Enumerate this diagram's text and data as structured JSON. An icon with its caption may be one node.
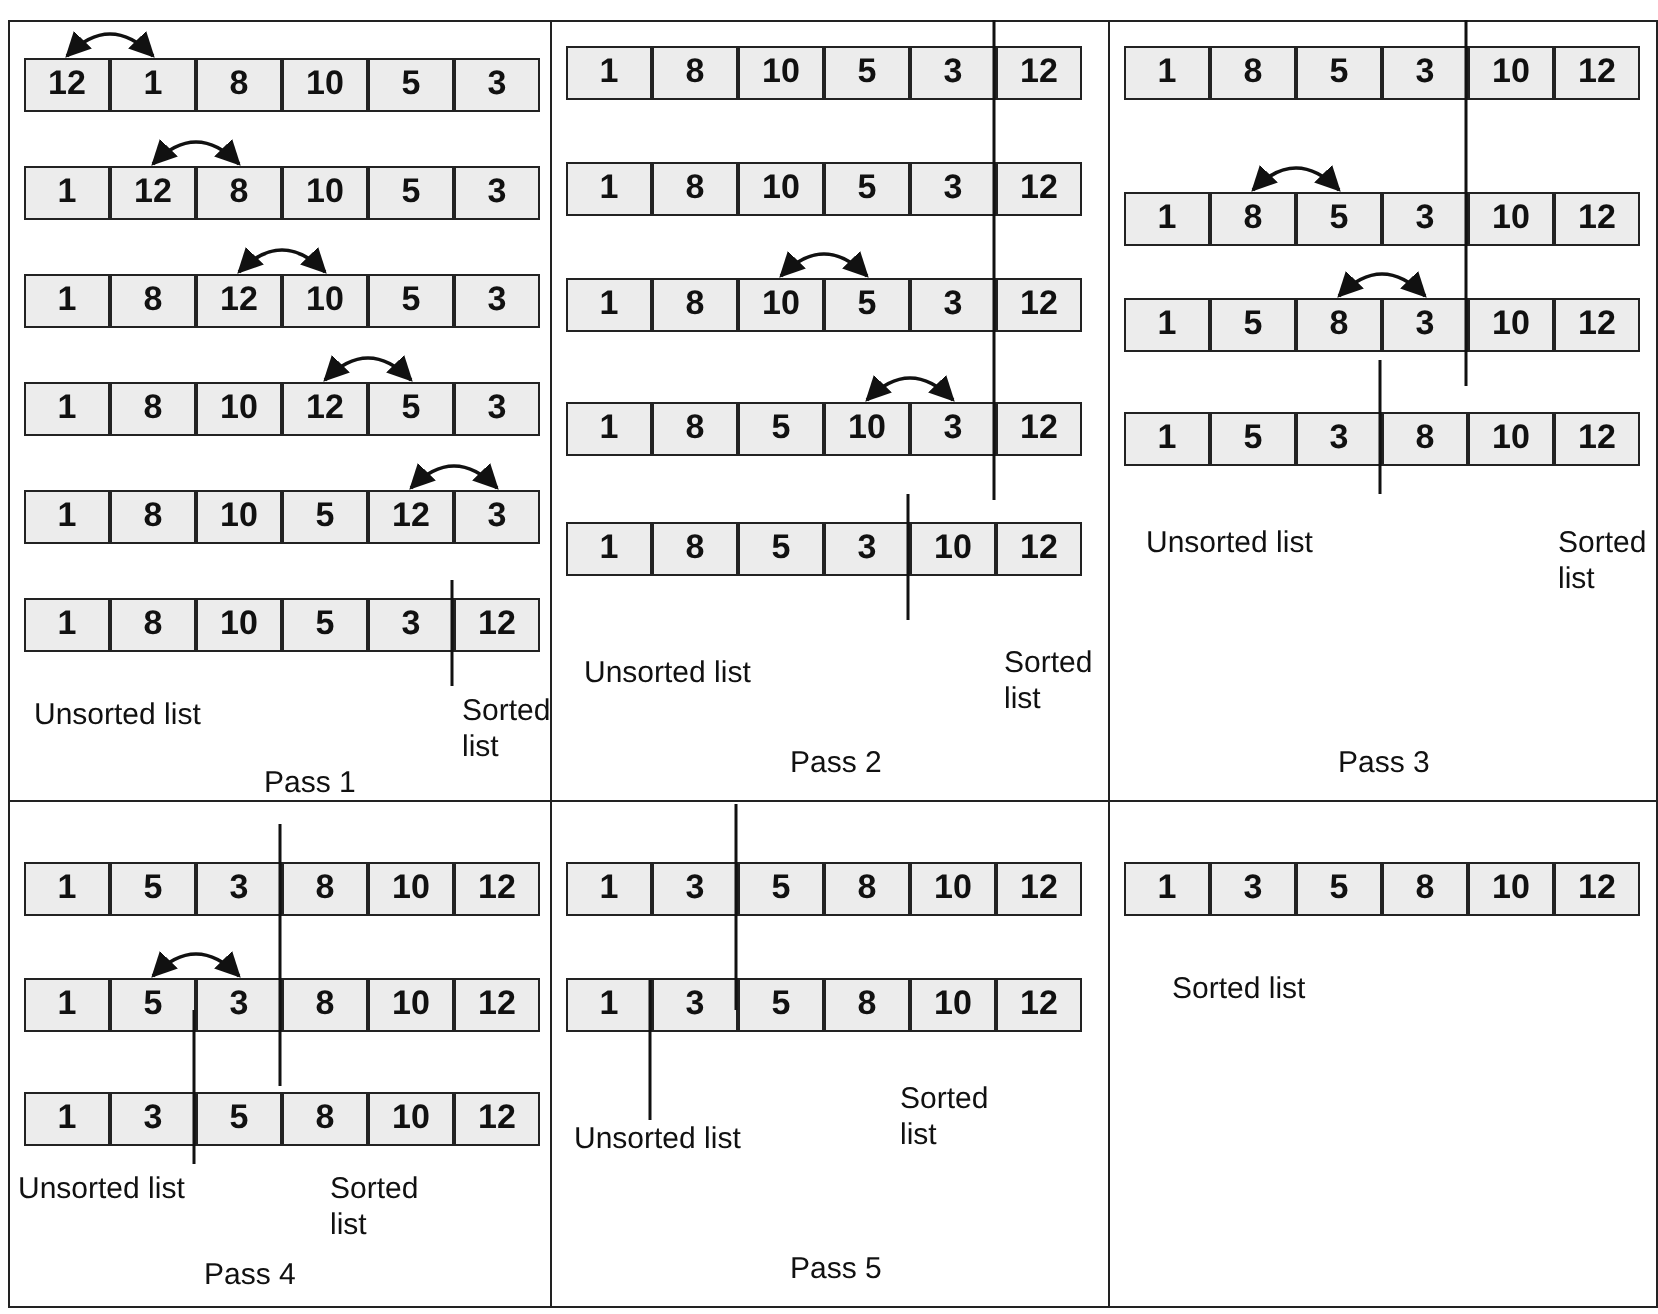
{
  "diagram": {
    "nodes": [
      {
        "text": [
          "Unsorted list",
          "Sorted list",
          "Pass 1"
        ]
      },
      {
        "text": [
          "12"
        ],
        "in": 0
      },
      {
        "text": [
          "1"
        ],
        "in": 0
      },
      {
        "text": [
          "8"
        ],
        "in": 0
      },
      {
        "text": [
          "10"
        ],
        "in": 0
      },
      {
        "text": [
          "5"
        ],
        "in": 0
      },
      {
        "text": [
          "3"
        ],
        "in": 0
      },
      {
        "text": [
          "1"
        ],
        "in": 0
      },
      {
        "text": [
          "12"
        ],
        "in": 0
      },
      {
        "text": [
          "8"
        ],
        "in": 0
      },
      {
        "text": [
          "10"
        ],
        "in": 0
      },
      {
        "text": [
          "5"
        ],
        "in": 0
      },
      {
        "text": [
          "3"
        ],
        "in": 0
      },
      {
        "text": [
          "1"
        ],
        "in": 0
      },
      {
        "text": [
          "8"
        ],
        "in": 0
      },
      {
        "text": [
          "12"
        ],
        "in": 0
      },
      {
        "text": [
          "10"
        ],
        "in": 0
      },
      {
        "text": [
          "5"
        ],
        "in": 0
      },
      {
        "text": [
          "3"
        ],
        "in": 0
      },
      {
        "text": [
          "1"
        ],
        "in": 0
      },
      {
        "text": [
          "8"
        ],
        "in": 0
      },
      {
        "text": [
          "10"
        ],
        "in": 0
      },
      {
        "text": [
          "12"
        ],
        "in": 0
      },
      {
        "text": [
          "5"
        ],
        "in": 0
      },
      {
        "text": [
          "3"
        ],
        "in": 0
      },
      {
        "text": [
          "1"
        ],
        "in": 0
      },
      {
        "text": [
          "8"
        ],
        "in": 0
      },
      {
        "text": [
          "10"
        ],
        "in": 0
      },
      {
        "text": [
          "5"
        ],
        "in": 0
      },
      {
        "text": [
          "12"
        ],
        "in": 0
      },
      {
        "text": [
          "3"
        ],
        "in": 0
      },
      {
        "text": [
          "1"
        ],
        "in": 0
      },
      {
        "text": [
          "8"
        ],
        "in": 0
      },
      {
        "text": [
          "10"
        ],
        "in": 0
      },
      {
        "text": [
          "5"
        ],
        "in": 0
      },
      {
        "text": [
          "3"
        ],
        "in": 0
      },
      {
        "text": [
          "12"
        ],
        "in": 0
      },
      {
        "text": [
          "Unsorted list",
          "Sorted list",
          "Pass 2"
        ]
      },
      {
        "text": [
          "1"
        ],
        "in": 37
      },
      {
        "text": [
          "8"
        ],
        "in": 37
      },
      {
        "text": [
          "10"
        ],
        "in": 37
      },
      {
        "text": [
          "5"
        ],
        "in": 37
      },
      {
        "text": [
          "3"
        ],
        "in": 37
      },
      {
        "text": [
          "12"
        ],
        "in": 37
      },
      {
        "text": [
          "1"
        ],
        "in": 37
      },
      {
        "text": [
          "8"
        ],
        "in": 37
      },
      {
        "text": [
          "10"
        ],
        "in": 37
      },
      {
        "text": [
          "5"
        ],
        "in": 37
      },
      {
        "text": [
          "3"
        ],
        "in": 37
      },
      {
        "text": [
          "12"
        ],
        "in": 37
      },
      {
        "text": [
          "1"
        ],
        "in": 37
      },
      {
        "text": [
          "8"
        ],
        "in": 37
      },
      {
        "text": [
          "10"
        ],
        "in": 37
      },
      {
        "text": [
          "5"
        ],
        "in": 37
      },
      {
        "text": [
          "3"
        ],
        "in": 37
      },
      {
        "text": [
          "12"
        ],
        "in": 37
      },
      {
        "text": [
          "1"
        ],
        "in": 37
      },
      {
        "text": [
          "8"
        ],
        "in": 37
      },
      {
        "text": [
          "5"
        ],
        "in": 37
      },
      {
        "text": [
          "10"
        ],
        "in": 37
      },
      {
        "text": [
          "3"
        ],
        "in": 37
      },
      {
        "text": [
          "12"
        ],
        "in": 37
      },
      {
        "text": [
          "1"
        ],
        "in": 37
      },
      {
        "text": [
          "8"
        ],
        "in": 37
      },
      {
        "text": [
          "5"
        ],
        "in": 37
      },
      {
        "text": [
          "3"
        ],
        "in": 37
      },
      {
        "text": [
          "10"
        ],
        "in": 37
      },
      {
        "text": [
          "12"
        ],
        "in": 37
      },
      {
        "text": [
          "Unsorted list",
          "Sorted list",
          "Pass 3"
        ]
      },
      {
        "text": [
          "1"
        ],
        "in": 68
      },
      {
        "text": [
          "8"
        ],
        "in": 68
      },
      {
        "text": [
          "5"
        ],
        "in": 68
      },
      {
        "text": [
          "3"
        ],
        "in": 68
      },
      {
        "text": [
          "10"
        ],
        "in": 68
      },
      {
        "text": [
          "12"
        ],
        "in": 68
      },
      {
        "text": [
          "1"
        ],
        "in": 68
      },
      {
        "text": [
          "8"
        ],
        "in": 68
      },
      {
        "text": [
          "5"
        ],
        "in": 68
      },
      {
        "text": [
          "3"
        ],
        "in": 68
      },
      {
        "text": [
          "10"
        ],
        "in": 68
      },
      {
        "text": [
          "12"
        ],
        "in": 68
      },
      {
        "text": [
          "1"
        ],
        "in": 68
      },
      {
        "text": [
          "5"
        ],
        "in": 68
      },
      {
        "text": [
          "8"
        ],
        "in": 68
      },
      {
        "text": [
          "3"
        ],
        "in": 68
      },
      {
        "text": [
          "10"
        ],
        "in": 68
      },
      {
        "text": [
          "12"
        ],
        "in": 68
      },
      {
        "text": [
          "1"
        ],
        "in": 68
      },
      {
        "text": [
          "5"
        ],
        "in": 68
      },
      {
        "text": [
          "3"
        ],
        "in": 68
      },
      {
        "text": [
          "8"
        ],
        "in": 68
      },
      {
        "text": [
          "10"
        ],
        "in": 68
      },
      {
        "text": [
          "12"
        ],
        "in": 68
      },
      {
        "text": [
          "Unsorted list",
          "Sorted list",
          "Pass 4"
        ]
      },
      {
        "text": [
          "1"
        ],
        "in": 93
      },
      {
        "text": [
          "5"
        ],
        "in": 93
      },
      {
        "text": [
          "3"
        ],
        "in": 93
      },
      {
        "text": [
          "8"
        ],
        "in": 93
      },
      {
        "text": [
          "10"
        ],
        "in": 93
      },
      {
        "text": [
          "12"
        ],
        "in": 93
      },
      {
        "text": [
          "1"
        ],
        "in": 93
      },
      {
        "text": [
          "5"
        ],
        "in": 93
      },
      {
        "text": [
          "3"
        ],
        "in": 93
      },
      {
        "text": [
          "8"
        ],
        "in": 93
      },
      {
        "text": [
          "10"
        ],
        "in": 93
      },
      {
        "text": [
          "12"
        ],
        "in": 93
      },
      {
        "text": [
          "1"
        ],
        "in": 93
      },
      {
        "text": [
          "3"
        ],
        "in": 93
      },
      {
        "text": [
          "5"
        ],
        "in": 93
      },
      {
        "text": [
          "8"
        ],
        "in": 93
      },
      {
        "text": [
          "10"
        ],
        "in": 93
      },
      {
        "text": [
          "12"
        ],
        "in": 93
      },
      {
        "text": [
          "Unsorted list",
          "Sorted list",
          "Pass 5"
        ]
      },
      {
        "text": [
          "1"
        ],
        "in": 112
      },
      {
        "text": [
          "3"
        ],
        "in": 112
      },
      {
        "text": [
          "5"
        ],
        "in": 112
      },
      {
        "text": [
          "8"
        ],
        "in": 112
      },
      {
        "text": [
          "10"
        ],
        "in": 112
      },
      {
        "text": [
          "12"
        ],
        "in": 112
      },
      {
        "text": [
          "1"
        ],
        "in": 112
      },
      {
        "text": [
          "3"
        ],
        "in": 112
      },
      {
        "text": [
          "5"
        ],
        "in": 112
      },
      {
        "text": [
          "8"
        ],
        "in": 112
      },
      {
        "text": [
          "10"
        ],
        "in": 112
      },
      {
        "text": [
          "12"
        ],
        "in": 112
      },
      {
        "text": [
          "Sorted list"
        ]
      },
      {
        "text": [
          "1"
        ],
        "in": 125
      },
      {
        "text": [
          "3"
        ],
        "in": 125
      },
      {
        "text": [
          "5"
        ],
        "in": 125
      },
      {
        "text": [
          "8"
        ],
        "in": 125
      },
      {
        "text": [
          "10"
        ],
        "in": 125
      },
      {
        "text": [
          "12"
        ],
        "in": 125
      }
    ],
    "edges": [
      {
        "from": 1,
        "to": 2,
        "arrow": "both"
      },
      {
        "from": 8,
        "to": 9,
        "arrow": "both"
      },
      {
        "from": 15,
        "to": 16,
        "arrow": "both"
      },
      {
        "from": 22,
        "to": 23,
        "arrow": "both"
      },
      {
        "from": 29,
        "to": 30,
        "arrow": "both"
      },
      {
        "from": 52,
        "to": 53,
        "arrow": "both"
      },
      {
        "from": 59,
        "to": 60,
        "arrow": "both"
      },
      {
        "from": 76,
        "to": 77,
        "arrow": "both"
      },
      {
        "from": 83,
        "to": 84,
        "arrow": "both"
      },
      {
        "from": 101,
        "to": 102,
        "arrow": "both"
      }
    ]
  }
}
